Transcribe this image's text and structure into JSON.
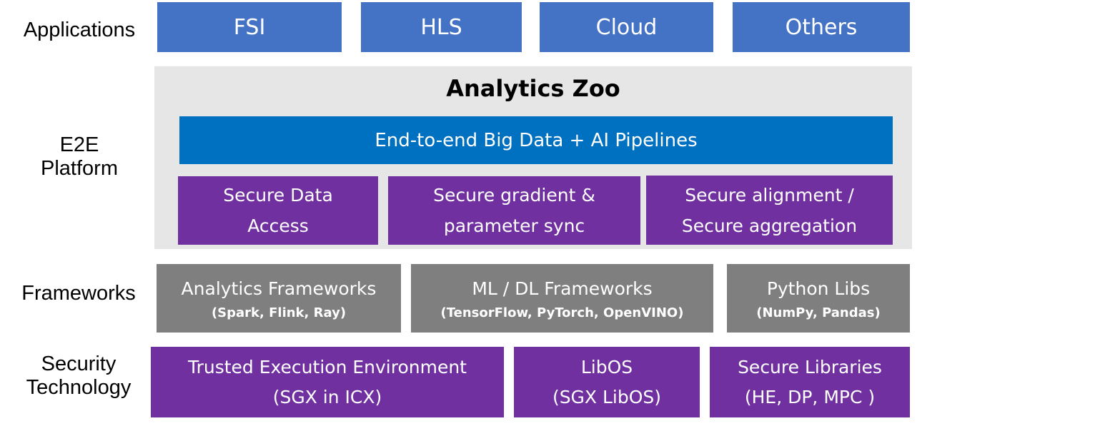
{
  "row_labels": {
    "applications": "Applications",
    "platform": "E2E\nPlatform",
    "frameworks": "Frameworks",
    "security": "Security\nTechnology"
  },
  "applications": [
    "FSI",
    "HLS",
    "Cloud",
    "Others"
  ],
  "platform": {
    "title": "Analytics Zoo",
    "pipeline": "End-to-end  Big Data + AI Pipelines",
    "features": [
      "Secure Data\nAccess",
      "Secure gradient &\nparameter sync",
      "Secure alignment /\nSecure aggregation"
    ]
  },
  "frameworks": [
    {
      "name": "Analytics Frameworks",
      "detail": "(Spark, Flink, Ray)"
    },
    {
      "name": "ML / DL Frameworks",
      "detail": "(TensorFlow, PyTorch, OpenVINO)"
    },
    {
      "name": "Python Libs",
      "detail": "(NumPy, Pandas)"
    }
  ],
  "security": [
    "Trusted Execution  Environment\n(SGX in ICX)",
    "LibOS\n(SGX LibOS)",
    "Secure Libraries\n(HE, DP, MPC )"
  ],
  "colors": {
    "app_blue": "#4472c4",
    "pipeline_blue": "#0070c0",
    "purple": "#7030a0",
    "grey": "#7f7f7f",
    "platform_bg": "#e6e6e6"
  }
}
